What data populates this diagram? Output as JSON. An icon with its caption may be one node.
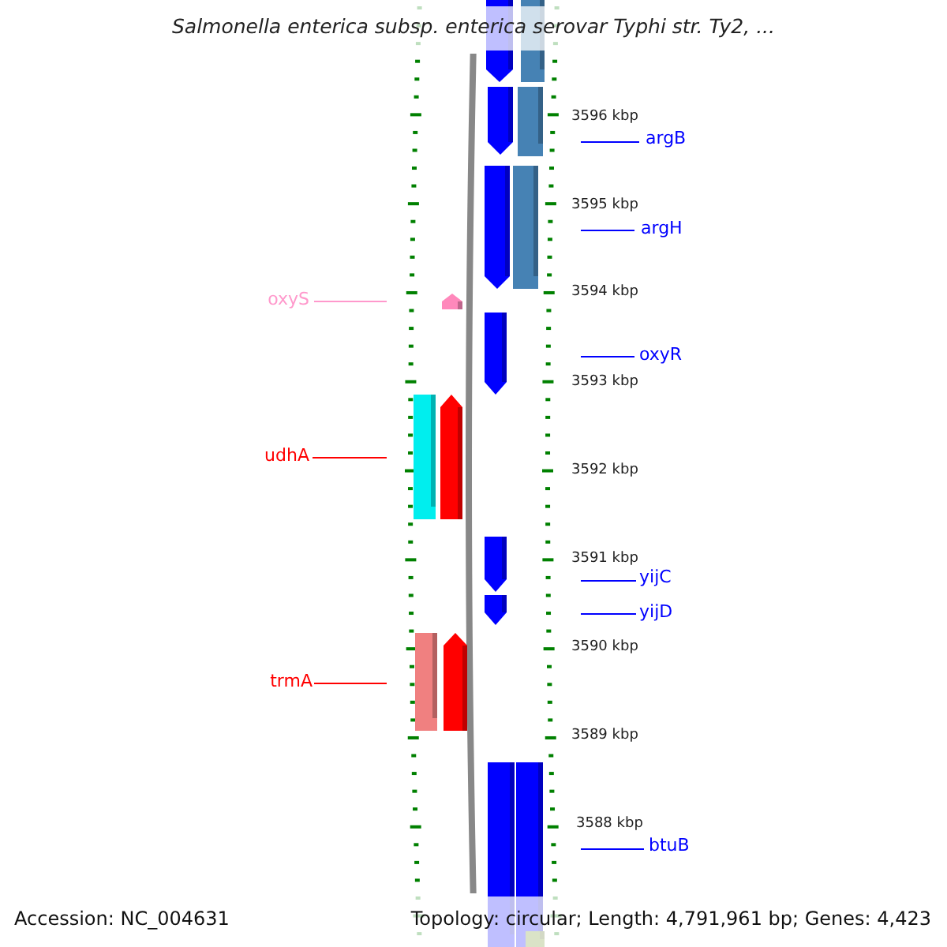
{
  "diagram": {
    "title": "Salmonella enterica subsp. enterica serovar Typhi str. Ty2, ...",
    "nodes": [
      {
        "text": [
          "argB"
        ]
      },
      {
        "text": [
          "argH"
        ]
      },
      {
        "text": [
          "oxyS"
        ]
      },
      {
        "text": [
          "oxyR"
        ]
      },
      {
        "text": [
          "udhA"
        ]
      },
      {
        "text": [
          "yijC"
        ]
      },
      {
        "text": [
          "yijD"
        ]
      },
      {
        "text": [
          "trmA"
        ]
      },
      {
        "text": [
          "btuB"
        ]
      }
    ],
    "edges": [
      {
        "from": 0,
        "to": null,
        "arrow": "none"
      },
      {
        "from": 1,
        "to": null,
        "arrow": "none"
      },
      {
        "from": 2,
        "to": null,
        "arrow": "none",
        "color": "#ff99cc"
      },
      {
        "from": 3,
        "to": null,
        "arrow": "none"
      },
      {
        "from": 4,
        "to": null,
        "arrow": "none",
        "color": "#ff0000"
      },
      {
        "from": 5,
        "to": null,
        "arrow": "none"
      },
      {
        "from": 6,
        "to": null,
        "arrow": "none"
      },
      {
        "from": 7,
        "to": null,
        "arrow": "none",
        "color": "#ff0000"
      },
      {
        "from": 8,
        "to": null,
        "arrow": "none"
      }
    ],
    "labels": [
      "3596 kbp",
      "3595 kbp",
      "3594 kbp",
      "3593 kbp",
      "3592 kbp",
      "3591 kbp",
      "3590 kbp",
      "3589 kbp",
      "3588 kbp",
      "Accession: NC_004631",
      "Topology: circular; Length: 4,791,961 bp; Genes: 4,423"
    ]
  }
}
